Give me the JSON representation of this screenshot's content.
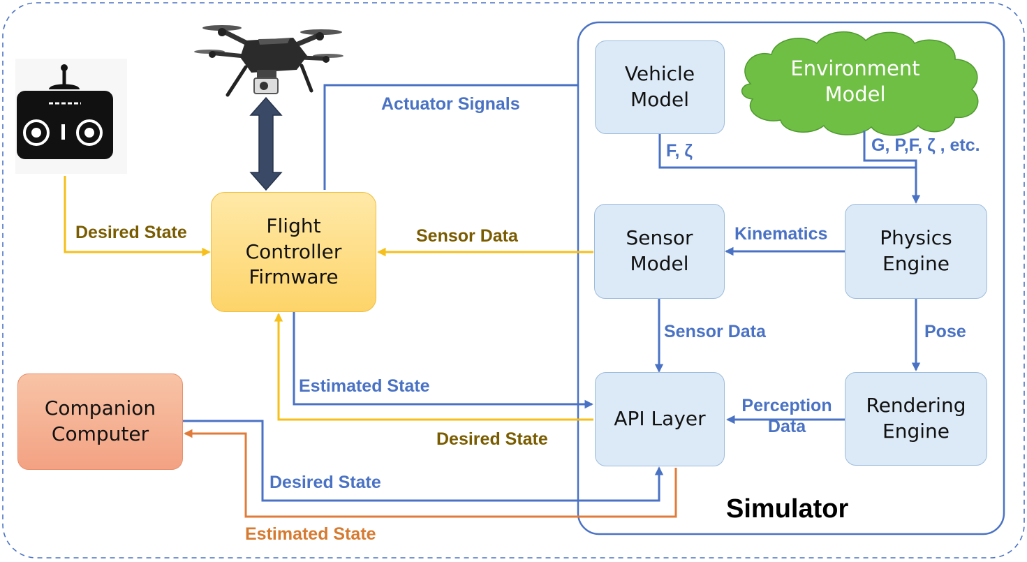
{
  "nodes": {
    "vehicle_model": [
      "Vehicle",
      "Model"
    ],
    "environment_model": [
      "Environment",
      "Model"
    ],
    "flight_controller": [
      "Flight",
      "Controller",
      "Firmware"
    ],
    "sensor_model": [
      "Sensor",
      "Model"
    ],
    "physics_engine": [
      "Physics",
      "Engine"
    ],
    "api_layer": [
      "API Layer"
    ],
    "rendering_engine": [
      "Rendering",
      "Engine"
    ],
    "companion_computer": [
      "Companion",
      "Computer"
    ]
  },
  "container": {
    "title": "Simulator"
  },
  "edges": {
    "actuator_signals": "Actuator Signals",
    "desired_state_rc": "Desired State",
    "sensor_data_fc": "Sensor Data",
    "f_zeta": "F, ζ",
    "env_forces": "G, P,F, ζ , etc.",
    "kinematics": "Kinematics",
    "sensor_data_api": "Sensor Data",
    "pose": "Pose",
    "estimated_state_fc": "Estimated State",
    "desired_state_api": "Desired State",
    "perception_data": [
      "Perception",
      "Data"
    ],
    "desired_state_cc": "Desired State",
    "estimated_state_cc": "Estimated State"
  },
  "colors": {
    "blue": "#4a72c4",
    "gold": "#f6bf1a",
    "gold_text": "#7a5c00",
    "orange": "#e07b39",
    "box_fill": "#dceaf7",
    "cloud_fill": "#6fbf44",
    "dark_arrow": "#3a4a66"
  },
  "icons": {
    "remote_controller": "rc-transmitter-icon",
    "drone": "quadcopter-drone-icon"
  }
}
